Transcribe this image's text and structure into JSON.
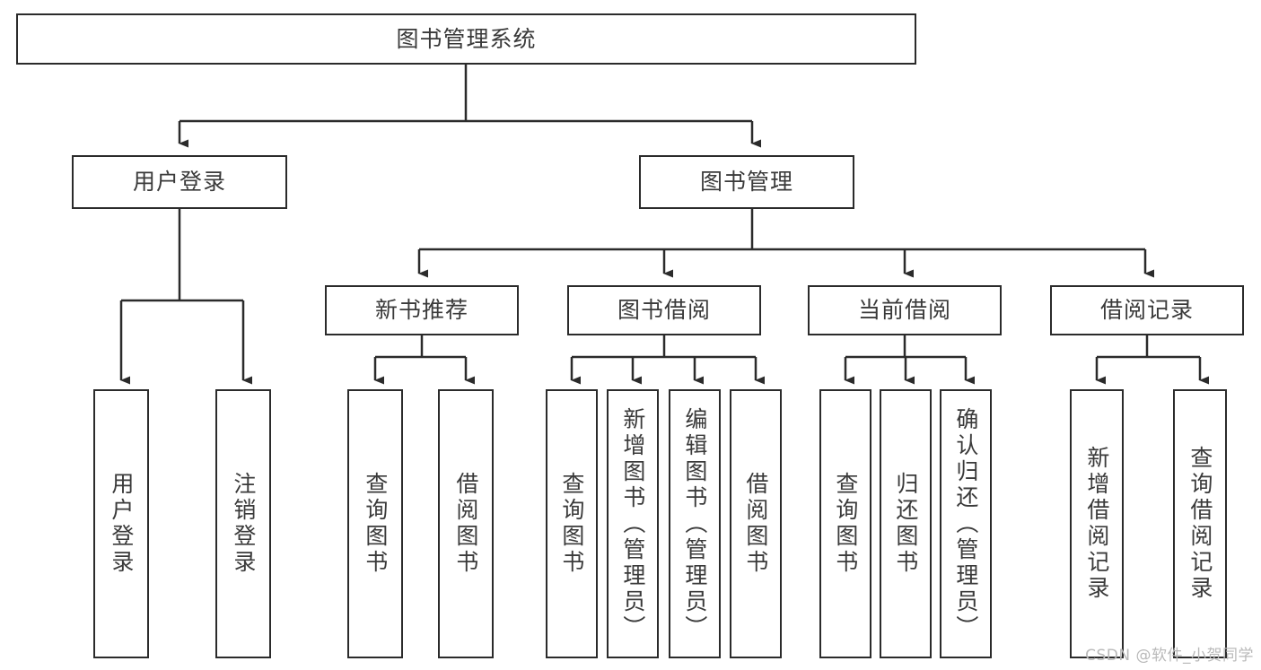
{
  "diagram": {
    "title": "图书管理系统",
    "type": "tree-hierarchy",
    "watermark": "CSDN @软件_小贺同学",
    "colors": {
      "stroke": "#2b2b2b",
      "fill": "#ffffff",
      "text": "#3a3a3a",
      "watermark": "#b9b9b9"
    },
    "nodes": {
      "root": {
        "label": "图书管理系统"
      },
      "level1": [
        {
          "id": "user-login",
          "label": "用户登录"
        },
        {
          "id": "book-manage",
          "label": "图书管理"
        }
      ],
      "level2": [
        {
          "id": "new-book-recommend",
          "label": "新书推荐"
        },
        {
          "id": "book-borrow",
          "label": "图书借阅"
        },
        {
          "id": "current-borrow",
          "label": "当前借阅"
        },
        {
          "id": "borrow-record",
          "label": "借阅记录"
        }
      ],
      "leaves": {
        "user-login": [
          {
            "id": "leaf-user-login",
            "label": "用户登录"
          },
          {
            "id": "leaf-user-logout",
            "label": "注销登录"
          }
        ],
        "new-book-recommend": [
          {
            "id": "leaf-query-book-1",
            "label": "查询图书"
          },
          {
            "id": "leaf-borrow-book-1",
            "label": "借阅图书"
          }
        ],
        "book-borrow": [
          {
            "id": "leaf-query-book-2",
            "label": "查询图书"
          },
          {
            "id": "leaf-add-book",
            "label": "新增图书（管理员）"
          },
          {
            "id": "leaf-edit-book",
            "label": "编辑图书（管理员）"
          },
          {
            "id": "leaf-borrow-book-2",
            "label": "借阅图书"
          }
        ],
        "current-borrow": [
          {
            "id": "leaf-query-book-3",
            "label": "查询图书"
          },
          {
            "id": "leaf-return-book",
            "label": "归还图书"
          },
          {
            "id": "leaf-confirm-return",
            "label": "确认归还（管理员）"
          }
        ],
        "borrow-record": [
          {
            "id": "leaf-add-record",
            "label": "新增借阅记录"
          },
          {
            "id": "leaf-query-record",
            "label": "查询借阅记录"
          }
        ]
      }
    }
  }
}
